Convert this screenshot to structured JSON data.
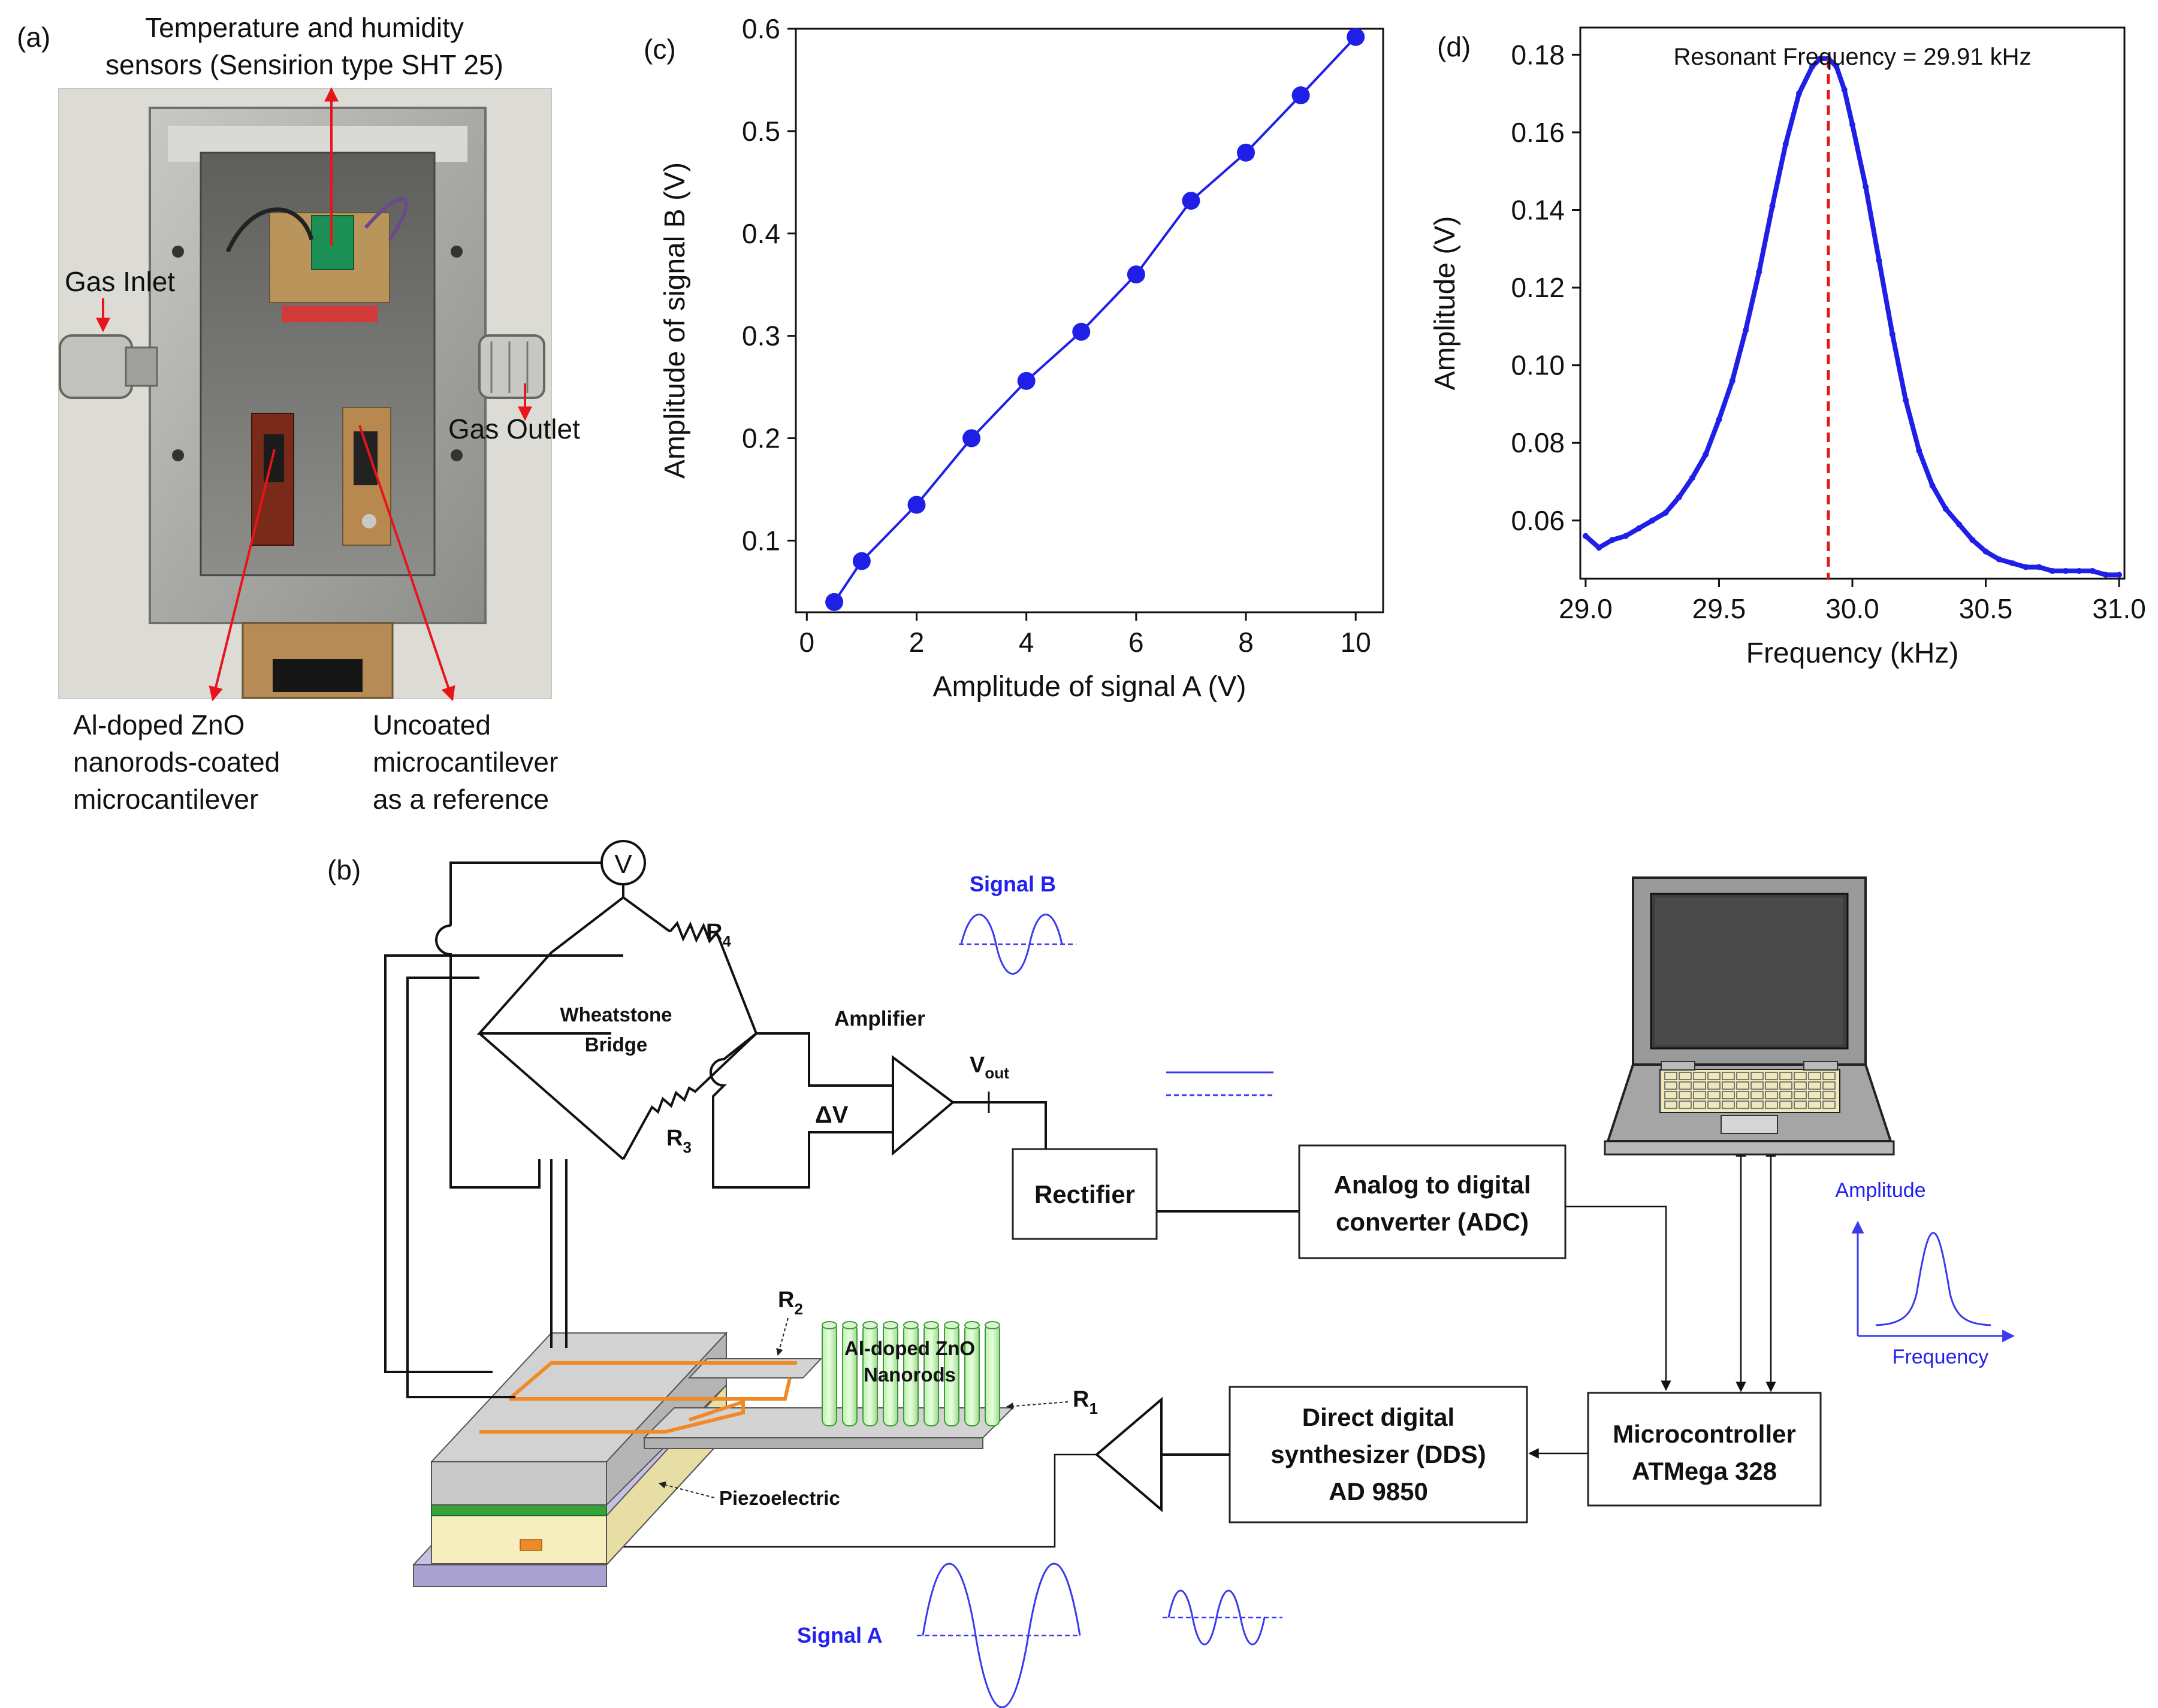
{
  "panels": {
    "a": "(a)",
    "b": "(b)",
    "c": "(c)",
    "d": "(d)"
  },
  "panel_a": {
    "sensor_label_1": "Temperature and humidity",
    "sensor_label_2": "sensors (Sensirion type SHT 25)",
    "gas_inlet": "Gas Inlet",
    "gas_outlet": "Gas Outlet",
    "coated_1": "Al-doped ZnO",
    "coated_2": "nanorods-coated",
    "coated_3": "microcantilever",
    "uncoated_1": "Uncoated",
    "uncoated_2": "microcantilever",
    "uncoated_3": "as a reference"
  },
  "panel_b": {
    "v_meter": "V",
    "r4": "R",
    "r4_sub": "4",
    "r3": "R",
    "r3_sub": "3",
    "r2": "R",
    "r2_sub": "2",
    "r1": "R",
    "r1_sub": "1",
    "bridge_1": "Wheatstone",
    "bridge_2": "Bridge",
    "amplifier": "Amplifier",
    "delta_v": "ΔV",
    "vout": "V",
    "vout_sub": "out",
    "signal_b": "Signal B",
    "signal_a": "Signal A",
    "rectifier": "Rectifier",
    "adc_1": "Analog to digital",
    "adc_2": "converter (ADC)",
    "mcu_1": "Microcontroller",
    "mcu_2": "ATMega 328",
    "dds_1": "Direct digital",
    "dds_2": "synthesizer (DDS)",
    "dds_3": "AD 9850",
    "nanorods_1": "Al-doped ZnO",
    "nanorods_2": "Nanorods",
    "piezo": "Piezoelectric",
    "inset_amplitude": "Amplitude",
    "inset_frequency": "Frequency"
  },
  "chart_data": [
    {
      "panel": "(c)",
      "type": "line",
      "xlabel": "Amplitude of signal A (V)",
      "ylabel": "Amplitude of signal B (V)",
      "xlim": [
        -0.2,
        10.5
      ],
      "ylim": [
        0.03,
        0.6
      ],
      "xticks": [
        0,
        2,
        4,
        6,
        8,
        10
      ],
      "yticks": [
        0.1,
        0.2,
        0.3,
        0.4,
        0.5,
        0.6
      ],
      "x": [
        0.5,
        1,
        2,
        3,
        4,
        5,
        6,
        7,
        8,
        9,
        10
      ],
      "y": [
        0.04,
        0.08,
        0.135,
        0.2,
        0.256,
        0.304,
        0.36,
        0.432,
        0.479,
        0.535,
        0.592
      ],
      "color": "#1f1fe8",
      "grid": false
    },
    {
      "panel": "(d)",
      "type": "line",
      "annotation": "Resonant Frequency = 29.91 kHz",
      "xlabel": "Frequency (kHz)",
      "ylabel": "Amplitude (V)",
      "xlim": [
        28.98,
        31.02
      ],
      "ylim": [
        0.045,
        0.187
      ],
      "xticks": [
        29.0,
        29.5,
        30.0,
        30.5,
        31.0
      ],
      "yticks": [
        0.06,
        0.08,
        0.1,
        0.12,
        0.14,
        0.16,
        0.18
      ],
      "x": [
        29.0,
        29.05,
        29.1,
        29.15,
        29.2,
        29.25,
        29.3,
        29.35,
        29.4,
        29.45,
        29.5,
        29.55,
        29.6,
        29.65,
        29.7,
        29.75,
        29.8,
        29.85,
        29.88,
        29.91,
        29.94,
        29.97,
        30.0,
        30.05,
        30.1,
        30.15,
        30.2,
        30.25,
        30.3,
        30.35,
        30.4,
        30.45,
        30.5,
        30.55,
        30.6,
        30.65,
        30.7,
        30.75,
        30.8,
        30.85,
        30.9,
        30.95,
        31.0
      ],
      "y": [
        0.056,
        0.053,
        0.055,
        0.056,
        0.058,
        0.06,
        0.062,
        0.066,
        0.071,
        0.077,
        0.086,
        0.096,
        0.109,
        0.124,
        0.141,
        0.157,
        0.17,
        0.177,
        0.179,
        0.179,
        0.177,
        0.171,
        0.162,
        0.146,
        0.127,
        0.108,
        0.091,
        0.078,
        0.069,
        0.063,
        0.059,
        0.055,
        0.052,
        0.05,
        0.049,
        0.048,
        0.048,
        0.047,
        0.047,
        0.047,
        0.047,
        0.046,
        0.046
      ],
      "resonance_x": 29.91,
      "color": "#1f1fe8",
      "marker_line_color": "#e8141a",
      "grid": false
    }
  ]
}
